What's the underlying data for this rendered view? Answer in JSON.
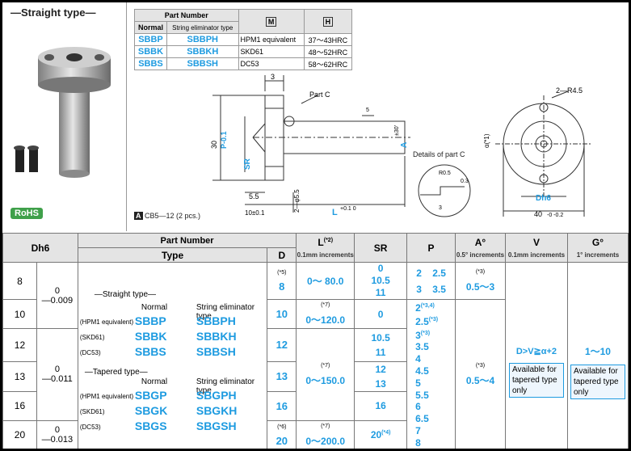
{
  "header_title": "—Straight type—",
  "rohs": "RoHS",
  "screw_note_tag": "A",
  "screw_note": "CB5—12 (2 pcs.)",
  "top_table": {
    "part_number": "Part Number",
    "normal": "Normal",
    "string_elim": "String eliminator type",
    "m": "M",
    "h": "H",
    "rows": [
      {
        "n": "SBBP",
        "s": "SBBPH",
        "m": "HPM1 equivalent",
        "h": "37～43HRC"
      },
      {
        "n": "SBBK",
        "s": "SBBKH",
        "m": "SKD61",
        "h": "48～52HRC"
      },
      {
        "n": "SBBS",
        "s": "SBBSH",
        "m": "DC53",
        "h": "58～62HRC"
      }
    ]
  },
  "drawing": {
    "dim_3": "3",
    "part_c": "Part C",
    "rough": "5",
    "tol_p": "P-0.1",
    "dim_30": "30",
    "sr": "SR",
    "a": "A",
    "ang": "±30'",
    "dim_55": "5.5",
    "dim_10": "10±0.1",
    "phi55": "2—φ5.5",
    "l": "L",
    "ltol": "+0.1 0",
    "details": "Details of part C",
    "r05": "R0.5",
    "d03": "0.3",
    "d3": "3",
    "r45": "2—R4.5",
    "alpha": "α(*1)",
    "dh6": "Dh6",
    "d40": "40",
    "d40tol": "-0 -0.2"
  },
  "main": {
    "dh6": "Dh6",
    "part_number": "Part Number",
    "type": "Type",
    "d": "D",
    "l_head": "L",
    "l_note": "(*2)",
    "l_sub": "0.1mm increments",
    "sr": "SR",
    "p": "P",
    "a_head": "A°",
    "a_sub": "0.5° increments",
    "v": "V",
    "v_sub": "0.1mm increments",
    "g_head": "G°",
    "g_sub": "1° increments",
    "dh_rows": [
      "8",
      "10",
      "12",
      "13",
      "16",
      "20"
    ],
    "tol1": "0\n—0.009",
    "tol2": "0\n—0.011",
    "tol3": "0\n—0.013",
    "straight": "—Straight type—",
    "tapered": "—Tapered type—",
    "col_normal": "Normal",
    "col_string": "String eliminator type",
    "mat1": "(HPM1 equivalent)",
    "mat2": "(SKD61)",
    "mat3": "(DC53)",
    "s_rows": [
      {
        "n": "SBBP",
        "s": "SBBPH"
      },
      {
        "n": "SBBK",
        "s": "SBBKH"
      },
      {
        "n": "SBBS",
        "s": "SBBSH"
      }
    ],
    "t_rows": [
      {
        "n": "SBGP",
        "s": "SBGPH"
      },
      {
        "n": "SBGK",
        "s": "SBGKH"
      },
      {
        "n": "SBGS",
        "s": "SBGSH"
      }
    ],
    "d_vals": [
      "8",
      "10",
      "12",
      "13",
      "16",
      "20"
    ],
    "d_note5": "(*5)",
    "d_note6": "(*6)",
    "l1": "0～ 80.0",
    "l2": "0～120.0",
    "l3": "0～150.0",
    "l4": "0～200.0",
    "l_note7": "(*7)",
    "sr_vals": [
      "0",
      "10.5",
      "11",
      "0",
      "10.5",
      "11",
      "12",
      "13",
      "16",
      "20"
    ],
    "sr_note4": "(*4)",
    "p_top": [
      "2",
      "2.5",
      "3",
      "3.5"
    ],
    "p_vals": [
      "2",
      "2.5",
      "3",
      "3.5",
      "4",
      "4.5",
      "5",
      "5.5",
      "6",
      "6.5",
      "7",
      "8"
    ],
    "p_n34": "(*3,4)",
    "p_n3": "(*3)",
    "a1": "0.5～3",
    "a2": "0.5～4",
    "a_n3": "(*3)",
    "v_val": "D>V≧α+2",
    "g_val": "1～10",
    "avail": "Available for tapered type only"
  }
}
